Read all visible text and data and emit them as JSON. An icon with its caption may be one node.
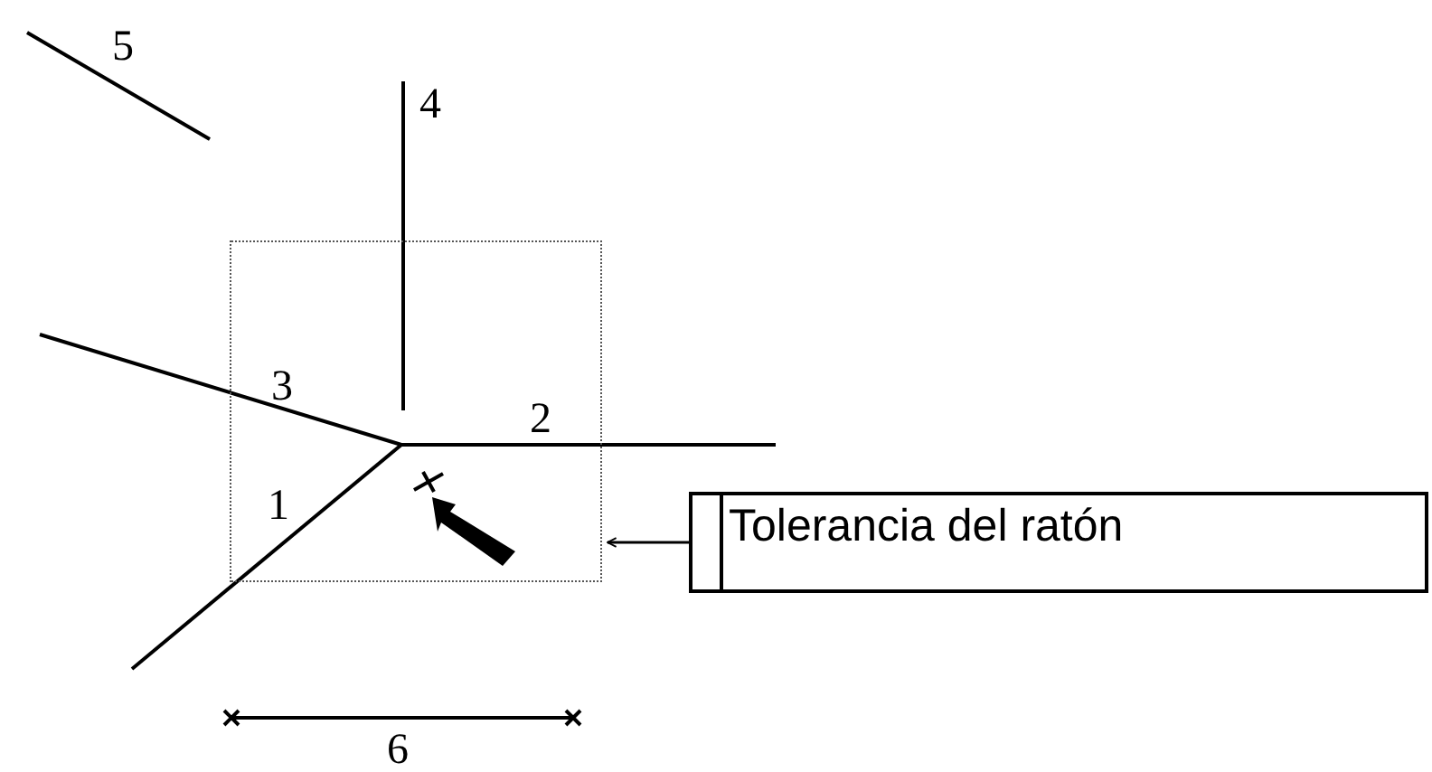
{
  "diagram": {
    "nodes": [
      {
        "text": [
          "Tolerancia del ratón"
        ]
      },
      {
        "text": [],
        "shape": "box"
      }
    ],
    "edges": [
      {
        "from": 0,
        "to": 1,
        "arrow": "to"
      }
    ],
    "labels": [
      "5",
      "4",
      "3",
      "2",
      "1",
      "6"
    ]
  }
}
